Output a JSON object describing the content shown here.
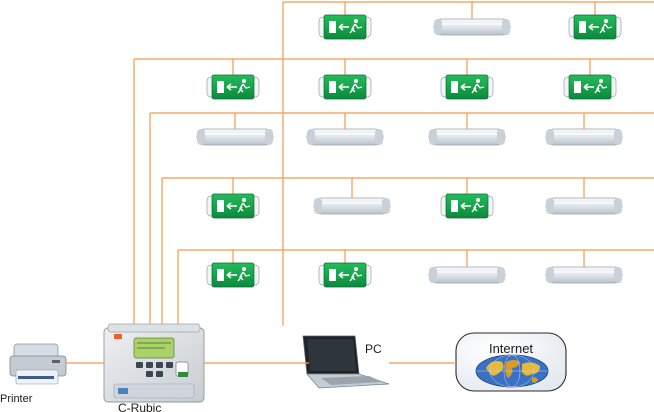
{
  "labels": {
    "printer": "Printer",
    "controller": "C-Rubic",
    "pc": "PC",
    "internet": "Internet"
  },
  "colors": {
    "wire": "#f39a4a",
    "exit_sign": "#12a04a",
    "lamp": "#e9edf1"
  },
  "icons": [
    "exit-sign-icon",
    "linear-lamp-icon",
    "printer-icon",
    "controller-icon",
    "laptop-icon",
    "globe-icon"
  ],
  "rows": [
    {
      "devices": [
        "exit-sign",
        "linear-lamp",
        "exit-sign"
      ]
    },
    {
      "devices": [
        "exit-sign",
        "exit-sign",
        "exit-sign",
        "exit-sign"
      ]
    },
    {
      "devices": [
        "linear-lamp",
        "linear-lamp",
        "linear-lamp",
        "linear-lamp"
      ]
    },
    {
      "devices": [
        "exit-sign",
        "linear-lamp",
        "exit-sign",
        "linear-lamp"
      ]
    },
    {
      "devices": [
        "exit-sign",
        "exit-sign",
        "linear-lamp",
        "linear-lamp"
      ]
    }
  ]
}
